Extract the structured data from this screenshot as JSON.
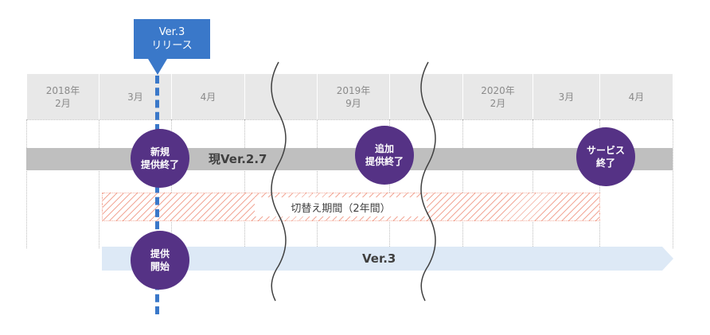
{
  "release_flag": {
    "line1": "Ver.3",
    "line2": "リリース"
  },
  "timeline_headers": [
    {
      "line1": "2018年",
      "line2": "2月"
    },
    {
      "line1": "",
      "line2": "3月"
    },
    {
      "line1": "",
      "line2": "4月"
    },
    {
      "line1": "",
      "line2": ""
    },
    {
      "line1": "2019年",
      "line2": "9月"
    },
    {
      "line1": "",
      "line2": ""
    },
    {
      "line1": "2020年",
      "line2": "2月"
    },
    {
      "line1": "",
      "line2": "3月"
    },
    {
      "line1": "",
      "line2": "4月"
    }
  ],
  "bars": {
    "current_version": "現Ver.2.7",
    "transition": "切替え期間（2年間）",
    "new_version": "Ver.3"
  },
  "milestones": {
    "new_end": {
      "line1": "新規",
      "line2": "提供終了"
    },
    "add_end": {
      "line1": "追加",
      "line2": "提供終了"
    },
    "service_end": {
      "line1": "サービス",
      "line2": "終了"
    },
    "start": {
      "line1": "提供",
      "line2": "開始"
    }
  },
  "colors": {
    "header_bg": "#e8e8e8",
    "current_bar": "#bfbfbf",
    "transition_hatch": "#f2a898",
    "new_version_bar": "#dde9f6",
    "release_blue": "#3a78c9",
    "milestone_purple": "#553285"
  }
}
